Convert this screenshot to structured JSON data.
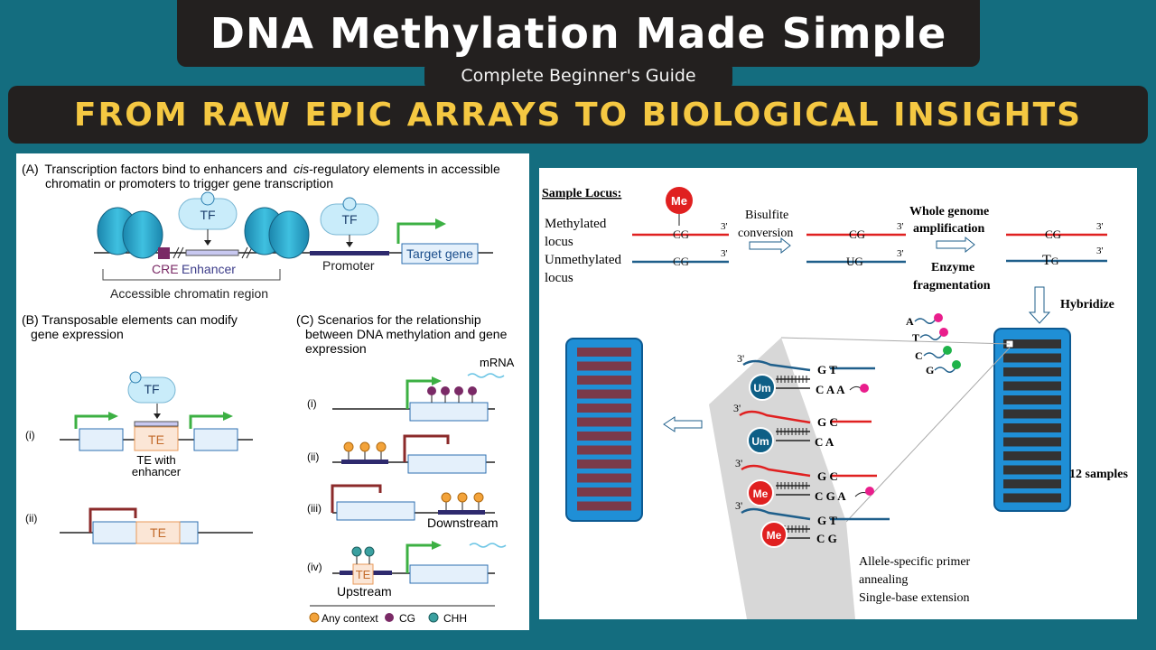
{
  "header": {
    "title": "DNA Methylation Made Simple",
    "subtitle": "Complete Beginner's Guide",
    "banner": "FROM RAW EPIC ARRAYS TO BIOLOGICAL INSIGHTS"
  },
  "left_diagram": {
    "a_label": "(A)",
    "a_line1": "Transcription factors bind to enhancers and",
    "a_cis": "cis",
    "a_line1_end": "-regulatory elements in accessible",
    "a_line2": "chromatin or promoters to trigger gene transcription",
    "tf": "TF",
    "cre": "CRE",
    "enhancer": "Enhancer",
    "promoter": "Promoter",
    "target_gene": "Target gene",
    "accessible_region": "Accessible chromatin region",
    "b_line1": "(B) Transposable elements can modify",
    "b_line2": "gene expression",
    "c_line1": "(C) Scenarios for the relationship",
    "c_line2": "between DNA methylation and gene",
    "c_line3": "expression",
    "mrna": "mRNA",
    "roman_i": "(i)",
    "roman_ii": "(ii)",
    "roman_iii": "(iii)",
    "roman_iv": "(iv)",
    "te": "TE",
    "te_with": "TE with",
    "te_enhancer": "enhancer",
    "downstream": "Downstream",
    "upstream": "Upstream",
    "legend_any": "Any context",
    "legend_cg": "CG",
    "legend_chh": "CHH"
  },
  "right_diagram": {
    "sample_locus": "Sample Locus:",
    "methylated": "Methylated",
    "locus": "locus",
    "unmethylated": "Unmethylated",
    "me": "Me",
    "um": "Um",
    "cg": "CG",
    "ug": "UG",
    "tg_t": "T",
    "tg_g": "G",
    "three_prime": "3'",
    "bisulfite": "Bisulfite",
    "conversion": "conversion",
    "whole_genome": "Whole genome",
    "amplification": "amplification",
    "enzyme": "Enzyme",
    "fragmentation": "fragmentation",
    "hybridize": "Hybridize",
    "base_a": "A",
    "base_t": "T",
    "base_c": "C",
    "base_g": "G",
    "gt": "G T",
    "caa": "C A A",
    "gc": "G C",
    "ca": "C A",
    "cga": "C G A",
    "c_g": "C G",
    "samples": "12 samples",
    "annealing_1": "Allele-specific primer",
    "annealing_2": "annealing",
    "annealing_3": "Single-base extension"
  },
  "colors": {
    "background": "#146d7f",
    "banner_text": "#f5c842",
    "methylated_red": "#e02020",
    "unmethylated_blue": "#1f5f8b",
    "nucleosome": "#2aa3c9",
    "array_blue": "#1f8fd6"
  }
}
